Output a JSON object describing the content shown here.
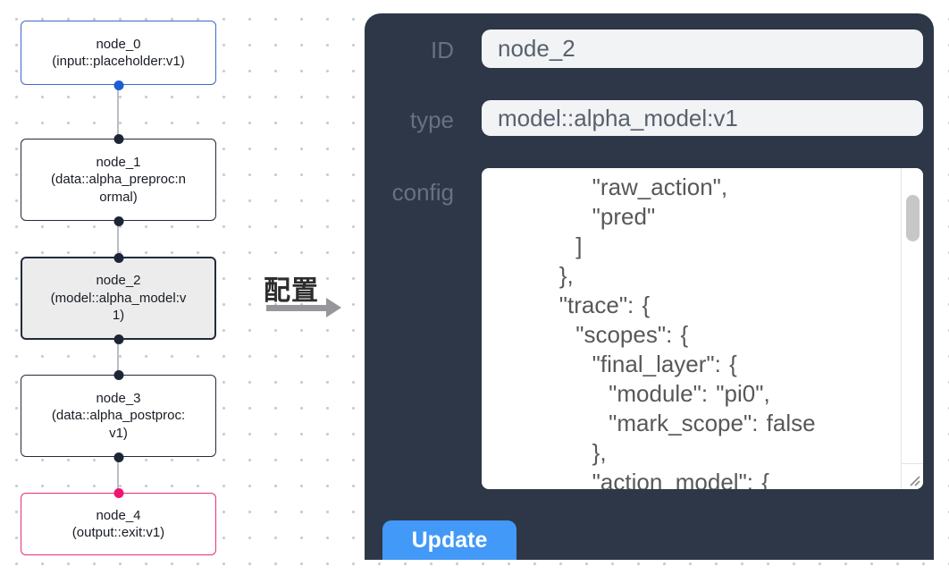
{
  "flow": {
    "nodes": [
      {
        "id": "node_0",
        "type": "(input::placeholder:v1)",
        "selected": false
      },
      {
        "id": "node_1",
        "type": "(data::alpha_preproc:normal)",
        "selected": false
      },
      {
        "id": "node_2",
        "type": "(model::alpha_model:v1)",
        "selected": true
      },
      {
        "id": "node_3",
        "type": "(data::alpha_postproc:v1)",
        "selected": false
      },
      {
        "id": "node_4",
        "type": "(output::exit:v1)",
        "selected": false
      }
    ]
  },
  "transition": {
    "label": "配置"
  },
  "panel": {
    "fields": [
      {
        "label": "ID",
        "value": "node_2"
      },
      {
        "label": "type",
        "value": "model::alpha_model:v1"
      }
    ],
    "config": {
      "label": "config",
      "lines": [
        "            \"raw_action\",",
        "            \"pred\"",
        "          ]",
        "        },",
        "        \"trace\": {",
        "          \"scopes\": {",
        "            \"final_layer\": {",
        "              \"module\": \"pi0\",",
        "              \"mark_scope\": false",
        "            },",
        "            \"action_model\": {"
      ]
    },
    "update_button": "Update"
  },
  "colors": {
    "panel_bg": "#2d3748",
    "button_bg": "#4299f7",
    "input_node_accent": "#3e68c8",
    "output_node_accent": "#e62e7b",
    "selected_node_bg": "#ececec",
    "port_blue": "#1d5ed2",
    "port_pink": "#f01574"
  }
}
